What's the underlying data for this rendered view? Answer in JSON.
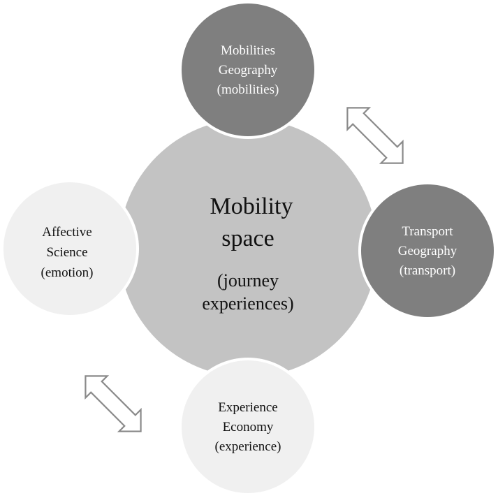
{
  "diagram": {
    "center": {
      "title_lines": [
        "Mobility",
        "space"
      ],
      "subtitle_lines": [
        "(journey",
        "experiences)"
      ],
      "fill": "#c3c3c3"
    },
    "nodes": {
      "top": {
        "lines": [
          "Mobilities",
          "Geography",
          "(mobilities)"
        ],
        "fill": "#7f7f7f"
      },
      "right": {
        "lines": [
          "Transport",
          "Geography",
          "(transport)"
        ],
        "fill": "#7f7f7f"
      },
      "bottom": {
        "lines": [
          "Experience",
          "Economy",
          "(experience)"
        ],
        "fill": "#f0f0f0"
      },
      "left": {
        "lines": [
          "Affective",
          "Science",
          "(emotion)"
        ],
        "fill": "#f0f0f0"
      }
    },
    "arrows": [
      {
        "between": [
          "top",
          "right"
        ],
        "type": "double-headed",
        "icon": "double-arrow-icon"
      },
      {
        "between": [
          "left",
          "bottom"
        ],
        "type": "double-headed",
        "icon": "double-arrow-icon"
      }
    ]
  }
}
